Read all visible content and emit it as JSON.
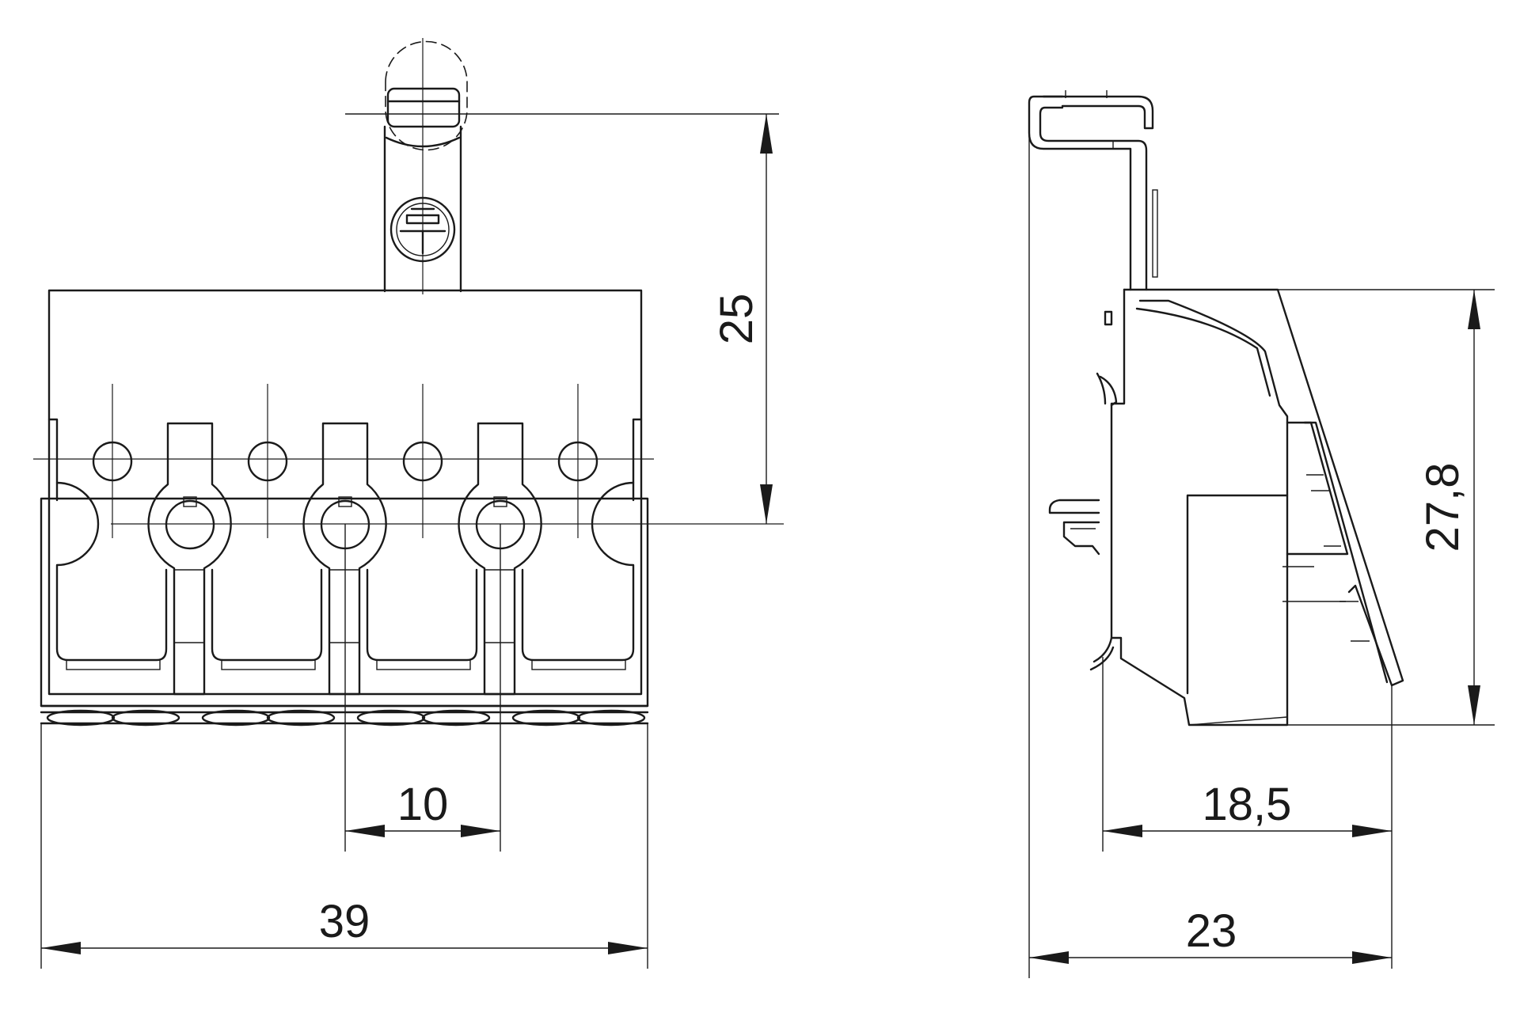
{
  "dimensions": {
    "front_height": "25",
    "front_pitch": "10",
    "front_width": "39",
    "side_height": "27,8",
    "side_inner_depth": "18,5",
    "side_total_depth": "23"
  },
  "colors": {
    "line": "#1a1a1a",
    "background": "#ffffff"
  }
}
